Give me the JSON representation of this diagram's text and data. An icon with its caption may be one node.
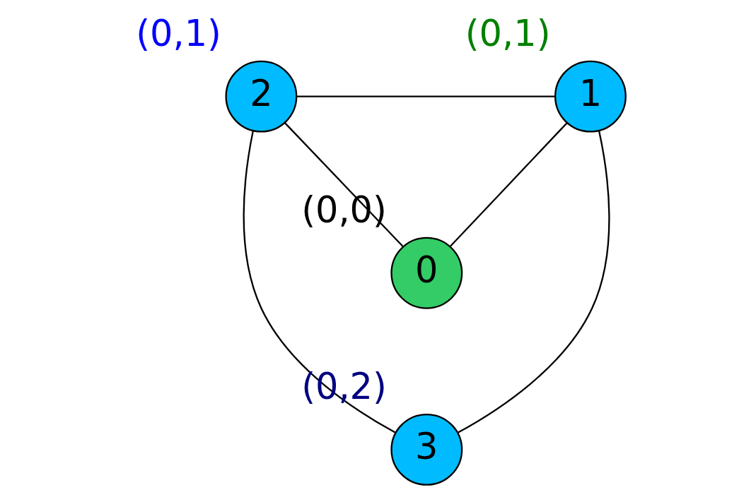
{
  "diagram": {
    "nodes": [
      {
        "text": [
          "0"
        ],
        "beside": [
          "(0,0)"
        ]
      },
      {
        "text": [
          "1"
        ],
        "beside": [
          "(0,1)"
        ]
      },
      {
        "text": [
          "2"
        ],
        "beside": [
          "(0,1)"
        ]
      },
      {
        "text": [
          "3"
        ],
        "beside": [
          "(0,2)"
        ]
      }
    ],
    "edges": [
      {
        "from": 2,
        "to": 1,
        "arrow": "none"
      },
      {
        "from": 2,
        "to": 0,
        "arrow": "none"
      },
      {
        "from": 0,
        "to": 1,
        "arrow": "none"
      },
      {
        "from": 2,
        "to": 3,
        "arrow": "none"
      },
      {
        "from": 3,
        "to": 1,
        "arrow": "none"
      }
    ]
  }
}
